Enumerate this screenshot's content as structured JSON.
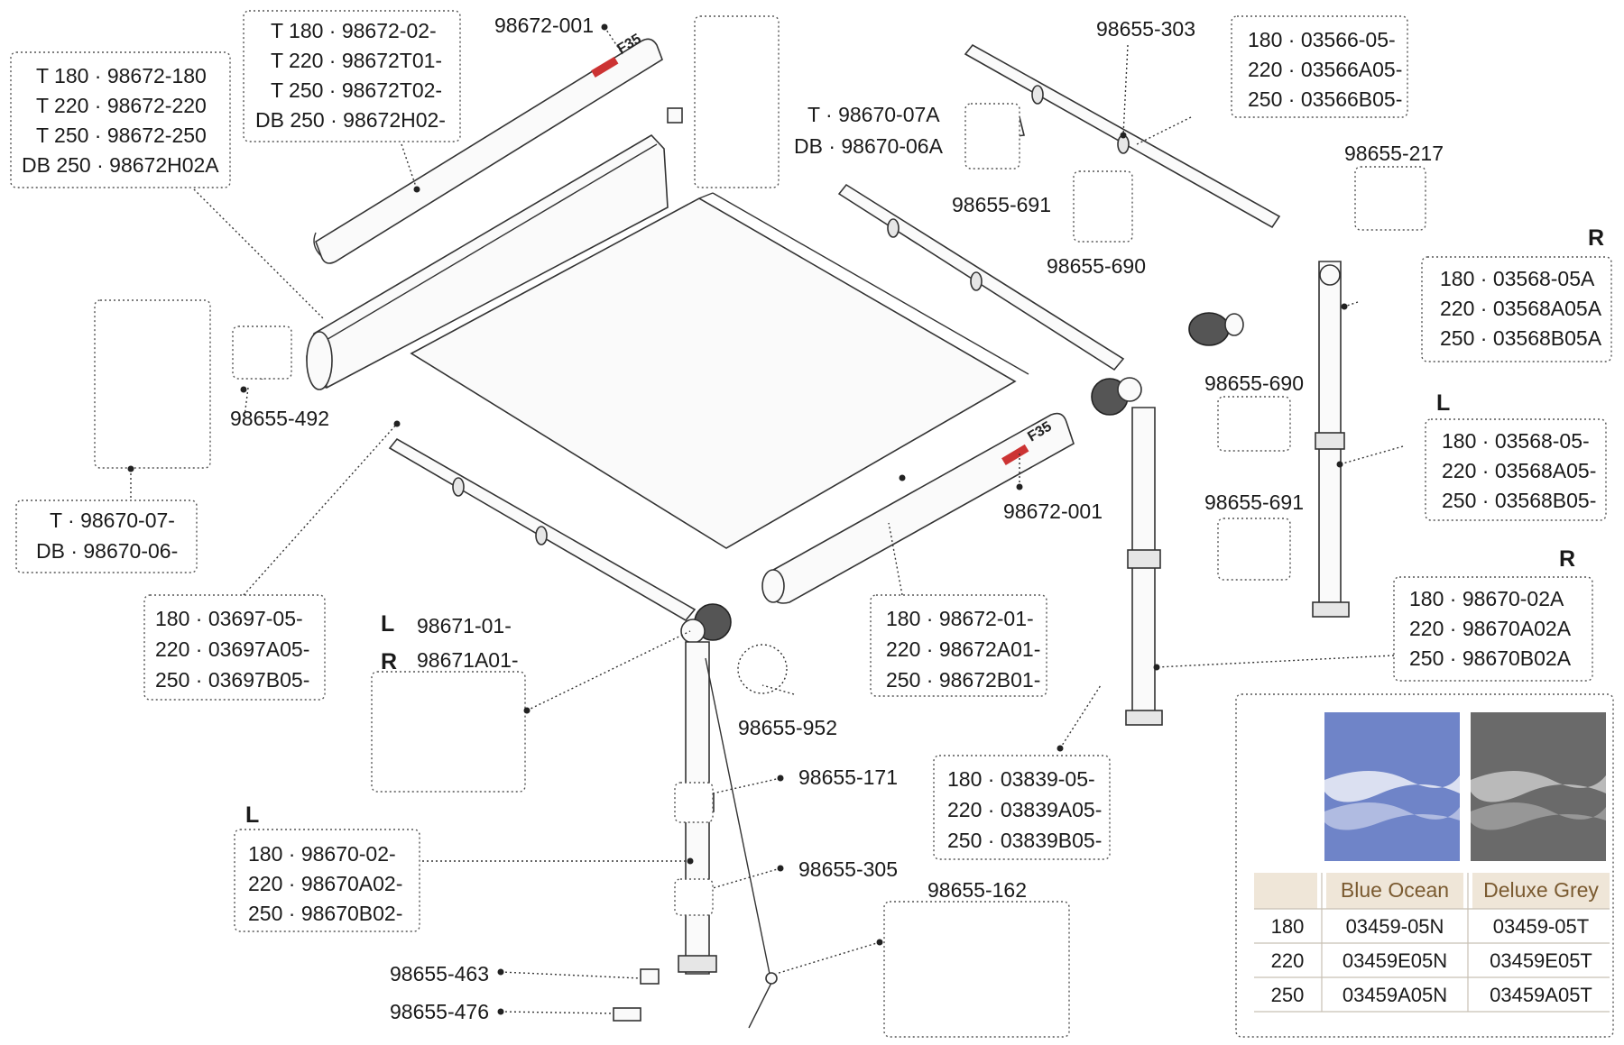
{
  "callouts": {
    "case_cover_top": [
      "T 180 · 98672-02-",
      "T 220 · 98672T01-",
      "T 250 · 98672T02-",
      "DB 250 · 98672H02-"
    ],
    "case_rear": [
      "T 180 · 98672-180",
      "T 220 · 98672-220",
      "T 250 · 98672-250",
      "DB 250 · 98672H02A"
    ],
    "end_caps_t_db": [
      "T · 98670-07A",
      "DB · 98670-06A"
    ],
    "end_caps_lower": [
      "T · 98670-07-",
      "DB · 98670-06-"
    ],
    "rafter_right": [
      "180 · 03566-05-",
      "220 · 03566A05-",
      "250 · 03566B05-"
    ],
    "leg_r_upper": [
      "180 · 03568-05A",
      "220 · 03568A05A",
      "250 · 03568B05A"
    ],
    "leg_l_upper": [
      "180 · 03568-05-",
      "220 · 03568A05-",
      "250 · 03568B05-"
    ],
    "leg_r_lower": [
      "180 · 98670-02A",
      "220 · 98670A02A",
      "250 · 98670B02A"
    ],
    "rafter_left": [
      "180 · 03697-05-",
      "220 · 03697A05-",
      "250 · 03697B05-"
    ],
    "front_rail": [
      "180 · 98672-01-",
      "220 · 98672A01-",
      "250 · 98672B01-"
    ],
    "leg_l_lower": [
      "180 · 98670-02-",
      "220 · 98670A02-",
      "250 · 98670B02-"
    ],
    "leg_mid": [
      "180 · 03839-05-",
      "220 · 03839A05-",
      "250 · 03839B05-"
    ],
    "joint_l_r": [
      "98671-01-",
      "98671A01-"
    ]
  },
  "part_numbers": {
    "top_logo": "98672-001",
    "front_logo": "98672-001",
    "rafter_pin": "98655-303",
    "clip_217": "98655-217",
    "knob_691_top": "98655-691",
    "knob_690_top": "98655-690",
    "knob_690_mid": "98655-690",
    "knob_691_mid": "98655-691",
    "bracket_492": "98655-492",
    "tension_952": "98655-952",
    "clip_171": "98655-171",
    "clip_305": "98655-305",
    "pegs_162": "98655-162",
    "foot_463": "98655-463",
    "foot_476": "98655-476"
  },
  "side_marks": {
    "r_top": "R",
    "l_mid": "L",
    "r_lower": "R",
    "joint_l": "L",
    "joint_r": "R",
    "leg_l": "L"
  },
  "fabric_table": {
    "headers": [
      "",
      "Blue Ocean",
      "Deluxe Grey"
    ],
    "rows": [
      [
        "180",
        "03459-05N",
        "03459-05T"
      ],
      [
        "220",
        "03459E05N",
        "03459E05T"
      ],
      [
        "250",
        "03459A05N",
        "03459A05T"
      ]
    ],
    "swatch_colors": {
      "blue_ocean": "#6f84c8",
      "deluxe_grey": "#6a6a6a"
    }
  },
  "brand_mark": "F35"
}
